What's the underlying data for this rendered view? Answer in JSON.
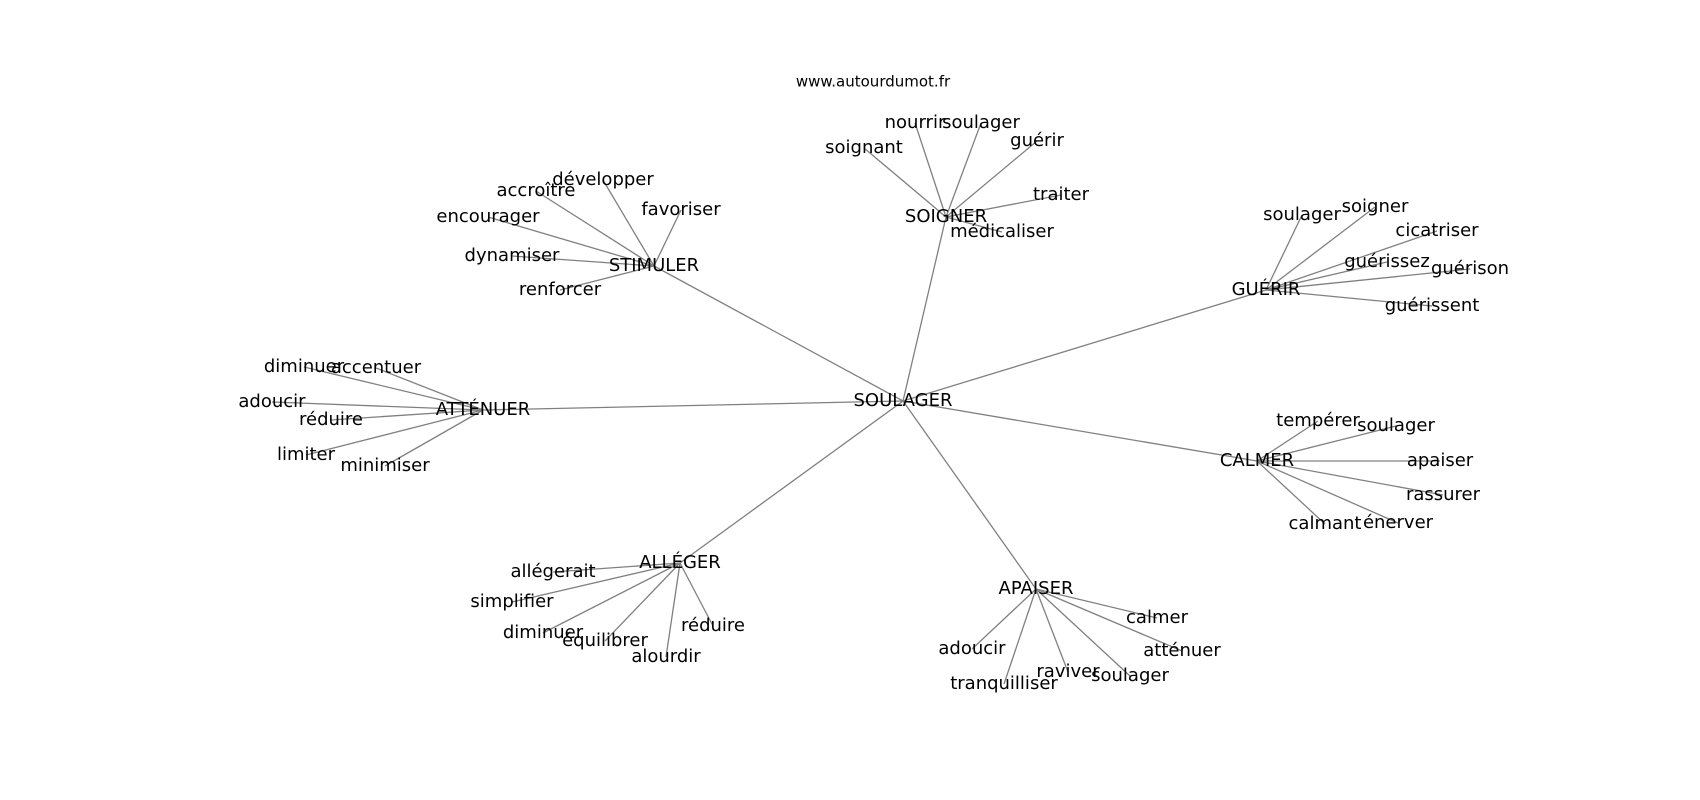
{
  "site": "www.autourdumot.fr",
  "center": "SOULAGER",
  "clusters": [
    {
      "hub": "SOIGNER",
      "leaves": [
        "soignant",
        "nourrir",
        "soulager",
        "guérir",
        "traiter",
        "médicaliser"
      ]
    },
    {
      "hub": "STIMULER",
      "leaves": [
        "développer",
        "accroître",
        "favoriser",
        "encourager",
        "dynamiser",
        "renforcer"
      ]
    },
    {
      "hub": "GUÉRIR",
      "leaves": [
        "soulager",
        "soigner",
        "cicatriser",
        "guérissez",
        "guérison",
        "guérissent"
      ]
    },
    {
      "hub": "ATTÉNUER",
      "leaves": [
        "diminuer",
        "accentuer",
        "adoucir",
        "réduire",
        "limiter",
        "minimiser"
      ]
    },
    {
      "hub": "CALMER",
      "leaves": [
        "tempérer",
        "soulager",
        "apaiser",
        "rassurer",
        "calmant",
        "énerver"
      ]
    },
    {
      "hub": "ALLÉGER",
      "leaves": [
        "allégerait",
        "simplifier",
        "diminuer",
        "équilibrer",
        "réduire",
        "alourdir"
      ]
    },
    {
      "hub": "APAISER",
      "leaves": [
        "calmer",
        "adoucir",
        "atténuer",
        "tranquilliser",
        "raviver",
        "soulager"
      ]
    }
  ]
}
